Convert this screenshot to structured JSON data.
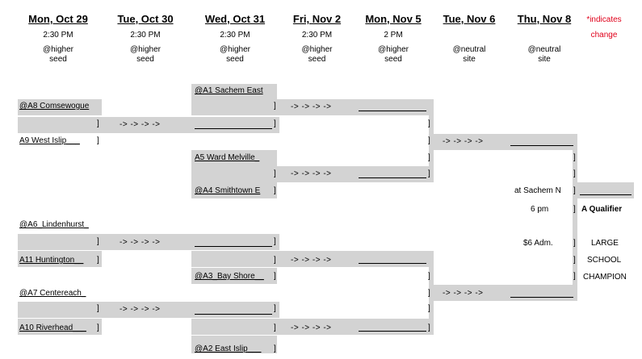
{
  "columns": [
    {
      "date": "Mon, Oct 29",
      "time": "2:30 PM",
      "site1": "@higher",
      "site2": "seed"
    },
    {
      "date": "Tue, Oct 30",
      "time": "2:30 PM",
      "site1": "@higher",
      "site2": "seed"
    },
    {
      "date": "Wed, Oct 31",
      "time": "2:30 PM",
      "site1": "@higher",
      "site2": "seed"
    },
    {
      "date": "Fri, Nov 2",
      "time": "2:30 PM",
      "site1": "@higher",
      "site2": "seed"
    },
    {
      "date": "Mon, Nov 5",
      "time": "2 PM",
      "site1": "@higher",
      "site2": "seed"
    },
    {
      "date": "Tue, Nov 6",
      "time": "",
      "site1": "@neutral",
      "site2": "site"
    },
    {
      "date": "Thu, Nov 8",
      "time": "",
      "site1": "@neutral",
      "site2": "site"
    }
  ],
  "change_note": {
    "line1": "*indicates",
    "line2": "change"
  },
  "arrow": "-> -> -> ->",
  "bracket": "]",
  "teams": {
    "a8": "@A8 Comsewogue",
    "a9": "A9  West Islip___",
    "a1": "@A1 Sachem East",
    "a5": "A5 Ward Melville_",
    "a4": "@A4 Smithtown E",
    "a6": "@A6_Lindenhurst_",
    "a11": "A11 Huntington__",
    "a3": "@A3_Bay Shore__",
    "a7": "@A7 Centereach_",
    "a10": "A10 Riverhead___",
    "a2": "@A2 East Islip___"
  },
  "final": {
    "site": "at Sachem N",
    "time": "6 pm",
    "admission": "$6 Adm.",
    "qualifier": "A Qualifier",
    "champ1": "LARGE",
    "champ2": "SCHOOL",
    "champ3": "CHAMPION"
  }
}
